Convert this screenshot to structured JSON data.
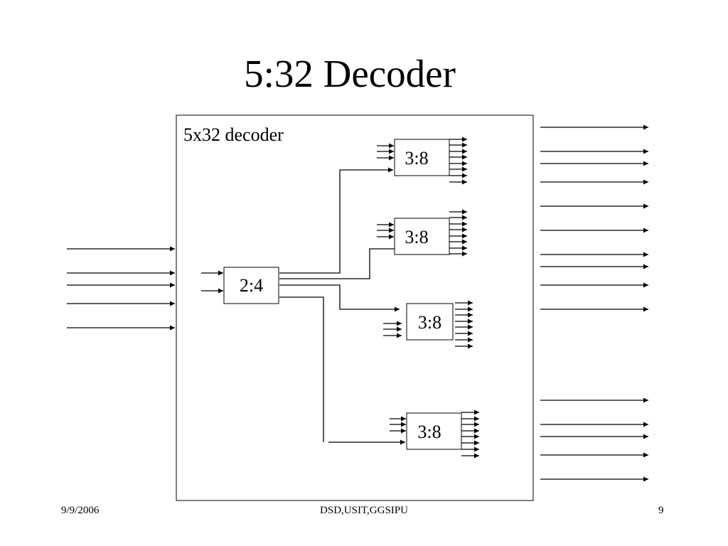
{
  "slide": {
    "title": "5:32 Decoder"
  },
  "diagram": {
    "outer_label": "5x32 decoder",
    "predecoder_label": "2:4",
    "subdecoder_labels": [
      "3:8",
      "3:8",
      "3:8",
      "3:8"
    ]
  },
  "footer": {
    "date": "9/9/2006",
    "center": "DSD,USIT,GGSIPU",
    "page": "9"
  }
}
